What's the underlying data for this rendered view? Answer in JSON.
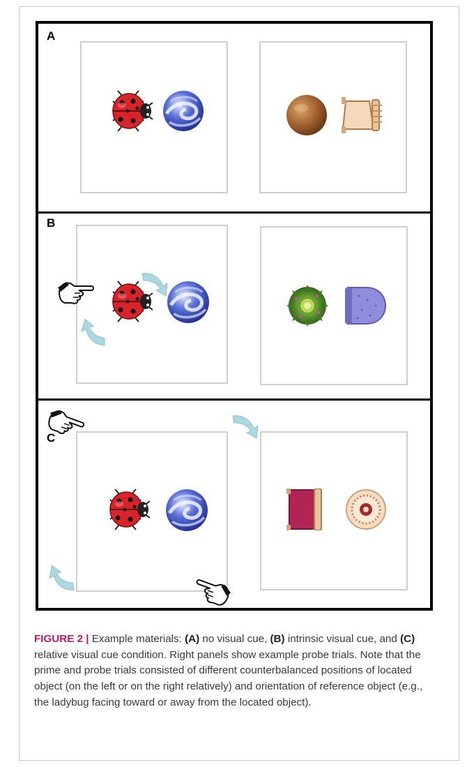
{
  "figure": {
    "panel_labels": [
      "A",
      "B",
      "C"
    ],
    "icons": {
      "ladybug": "ladybug-icon",
      "ball": "blue-swirl-ball-icon",
      "table": "round-table-icon",
      "chair": "chair-icon",
      "plant": "plant-icon",
      "armchair": "armchair-icon",
      "clock": "round-clock-icon",
      "hand": "pointing-hand-icon",
      "arrow": "curved-arrow-icon"
    },
    "colors": {
      "frame_border": "#000000",
      "panel_border": "#cfcfcf",
      "arrow": "#a9d8e0",
      "caption_lead": "#c2185b"
    }
  },
  "caption": {
    "lead": "FIGURE 2 |",
    "t1": " Example materials: ",
    "b1": "(A)",
    "t2": " no visual cue, ",
    "b2": "(B)",
    "t3": " intrinsic visual cue, and ",
    "b3": "(C)",
    "t4": " relative visual cue condition. Right panels show example probe trials. Note that the prime and probe trials consisted of different counterbalanced positions of located object (on the left or on the right relatively) and orientation of reference object (e.g., the ladybug facing toward or away from the located object)."
  }
}
